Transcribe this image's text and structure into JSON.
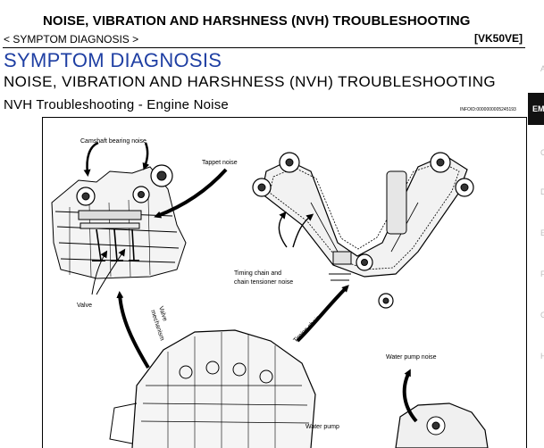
{
  "header": {
    "title": "NOISE, VIBRATION AND HARSHNESS (NVH) TROUBLESHOOTING",
    "breadcrumb": "< SYMPTOM DIAGNOSIS >",
    "engine_code": "[VK50VE]"
  },
  "section": {
    "title": "SYMPTOM DIAGNOSIS",
    "subtitle": "NOISE, VIBRATION AND HARSHNESS (NVH) TROUBLESHOOTING",
    "topic": "NVH Troubleshooting - Engine Noise",
    "info_id": "INFOID:0000000005245193"
  },
  "figure": {
    "labels": {
      "camshaft": "Camshaft bearing noise",
      "tappet": "Tappet noise",
      "valve": "Valve",
      "valve_mech_1": "Valve",
      "valve_mech_2": "mechanism",
      "chain_1": "Timing chain and",
      "chain_2": "chain tensioner noise",
      "timing_chain": "Timing chain",
      "water_pump_noise": "Water pump noise",
      "water_pump": "Water pump"
    }
  },
  "side_tabs": {
    "active": "EM",
    "letters": [
      "A",
      "C",
      "D",
      "E",
      "F",
      "G",
      "H"
    ]
  },
  "colors": {
    "section_title": "#1f3fa3"
  }
}
